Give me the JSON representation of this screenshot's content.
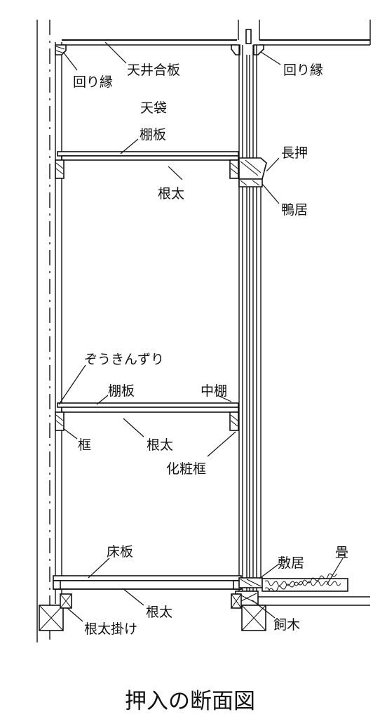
{
  "caption": "押入の断面図",
  "labels": {
    "mawaribuchi_left": "回り縁",
    "tenjo_gouhan": "天井合板",
    "mawaribuchi_right": "回り縁",
    "tenbukuro": "天袋",
    "tanaita_upper": "棚板",
    "nageshi": "長押",
    "neda_upper": "根太",
    "kamoi": "鴨居",
    "zoukinzuri": "ぞうきんずり",
    "tanaita_middle": "棚板",
    "nakadana": "中棚",
    "kamachi": "框",
    "neda_middle": "根太",
    "keshou_kamachi": "化粧框",
    "yukaita": "床板",
    "shikii": "敷居",
    "tatami": "畳",
    "neda_lower": "根太",
    "kaigi": "飼木",
    "nedakake": "根太掛け"
  }
}
